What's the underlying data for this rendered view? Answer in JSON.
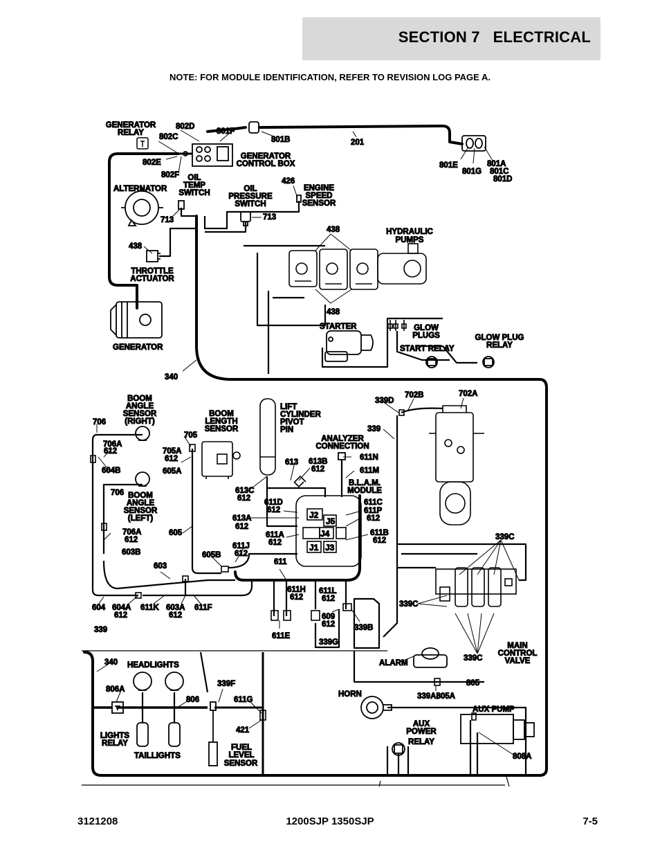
{
  "header": {
    "section": "SECTION 7",
    "title": "ELECTRICAL"
  },
  "note": "NOTE: FOR MODULE IDENTIFICATION, REFER TO REVISION LOG PAGE A.",
  "footer": {
    "left": "3121208",
    "center": "1200SJP 1350SJP",
    "right": "7-5"
  },
  "components": {
    "generator_relay": [
      "GENERATOR",
      "RELAY"
    ],
    "generator_control_box": [
      "GENERATOR",
      "CONTROL BOX"
    ],
    "alternator": "ALTERNATOR",
    "oil_temp_switch": [
      "OIL",
      "TEMP",
      "SWITCH"
    ],
    "oil_pressure_switch": [
      "OIL",
      "PRESSURE",
      "SWITCH"
    ],
    "engine_speed_sensor": [
      "ENGINE",
      "SPEED",
      "SENSOR"
    ],
    "hydraulic_pumps": [
      "HYDRAULIC",
      "PUMPS"
    ],
    "throttle_actuator": [
      "THROTTLE",
      "ACTUATOR"
    ],
    "generator": "GENERATOR",
    "starter": "STARTER",
    "glow_plugs": [
      "GLOW",
      "PLUGS"
    ],
    "glow_plug_relay": [
      "GLOW PLUG",
      "RELAY"
    ],
    "start_relay": "START RELAY",
    "boom_angle_sensor_right": [
      "BOOM",
      "ANGLE",
      "SENSOR",
      "(RIGHT)"
    ],
    "boom_length_sensor": [
      "BOOM",
      "LENGTH",
      "SENSOR"
    ],
    "lift_cylinder_pivot_pin": [
      "LIFT",
      "CYLINDER",
      "PIVOT",
      "PIN"
    ],
    "analyzer_connection": [
      "ANALYZER",
      "CONNECTION"
    ],
    "blam_module": [
      "B.L.A.M.",
      "MODULE"
    ],
    "boom_angle_sensor_left": [
      "BOOM",
      "ANGLE",
      "SENSOR",
      "(LEFT)"
    ],
    "main_control_valve": [
      "MAIN",
      "CONTROL",
      "VALVE"
    ],
    "alarm": "ALARM",
    "horn": "HORN",
    "aux_pump": "AUX PUMP",
    "aux_power_relay": [
      "AUX",
      "POWER",
      "RELAY"
    ],
    "headlights": "HEADLIGHTS",
    "lights_relay": [
      "LIGHTS",
      "RELAY"
    ],
    "taillights": "TAILLIGHTS",
    "fuel_level_sensor": [
      "FUEL",
      "LEVEL",
      "SENSOR"
    ]
  },
  "jacks": [
    "J1",
    "J2",
    "J3",
    "J4",
    "J5"
  ],
  "wires": {
    "w802D": "802D",
    "w801F": "801F",
    "w802C": "802C",
    "w801B": "801B",
    "w201": "201",
    "w802E": "802E",
    "w802F": "802F",
    "w801E": "801E",
    "w801G": "801G",
    "w801A": "801A",
    "w801C": "801C",
    "w801D": "801D",
    "w426": "426",
    "w713a": "713",
    "w713b": "713",
    "w438a": "438",
    "w438b": "438",
    "w438c": "438",
    "w340a": "340",
    "w339D": "339D",
    "w702B": "702B",
    "w702A": "702A",
    "w339a": "339",
    "w706a": "706",
    "w706A": "706A",
    "w612a": "612",
    "w705": "705",
    "w705A": "705A",
    "w612b": "612",
    "w605A": "605A",
    "w604B": "604B",
    "w613": "613",
    "w613B": "613B",
    "w612c": "612",
    "w611N": "611N",
    "w611M": "611M",
    "w706b": "706",
    "w613C": "613C",
    "w612d": "612",
    "w611D": "611D",
    "w612e": "612",
    "w611C": "611C",
    "w611P": "611P",
    "w612f": "612",
    "w613A": "613A",
    "w612g": "612",
    "w611A": "611A",
    "w612h": "612",
    "w611B": "611B",
    "w612i": "612",
    "w706A2": "706A",
    "w612j": "612",
    "w603B": "603B",
    "w605": "605",
    "w611J": "611J",
    "w612k": "612",
    "w605B": "605B",
    "w611": "611",
    "w339C1": "339C",
    "w603": "603",
    "w611H": "611H",
    "w612l": "612",
    "w611L": "611L",
    "w612m": "612",
    "w339C2": "339C",
    "w604": "604",
    "w604A": "604A",
    "w612n": "612",
    "w611K": "611K",
    "w603A": "603A",
    "w612o": "612",
    "w611F": "611F",
    "w609": "609",
    "w612p": "612",
    "w339B": "339B",
    "w339b": "339",
    "w611E": "611E",
    "w339G": "339G",
    "w339C3": "339C",
    "w340b": "340",
    "w805": "805",
    "w339A805A": "339A805A",
    "w806A": "806A",
    "w806": "806",
    "w339F": "339F",
    "w611G": "611G",
    "w421": "421",
    "w808A": "808A"
  }
}
